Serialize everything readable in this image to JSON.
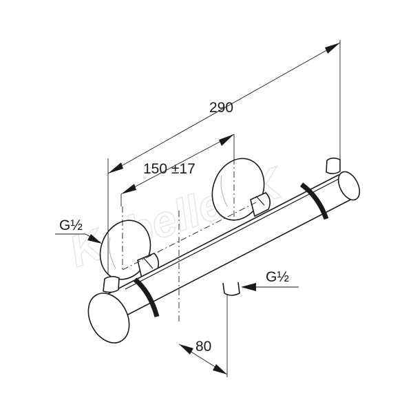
{
  "dimensions": {
    "overall_length": "290",
    "inlet_spacing": "150 ±17",
    "outlet_offset": "80"
  },
  "connections": {
    "left_inlet": "G½",
    "bottom_outlet": "G½"
  },
  "watermark": {
    "text": "KubelleSK"
  },
  "colors": {
    "line": "#1a1a1a",
    "watermark": "#e6e6ea",
    "background": "#ffffff"
  }
}
